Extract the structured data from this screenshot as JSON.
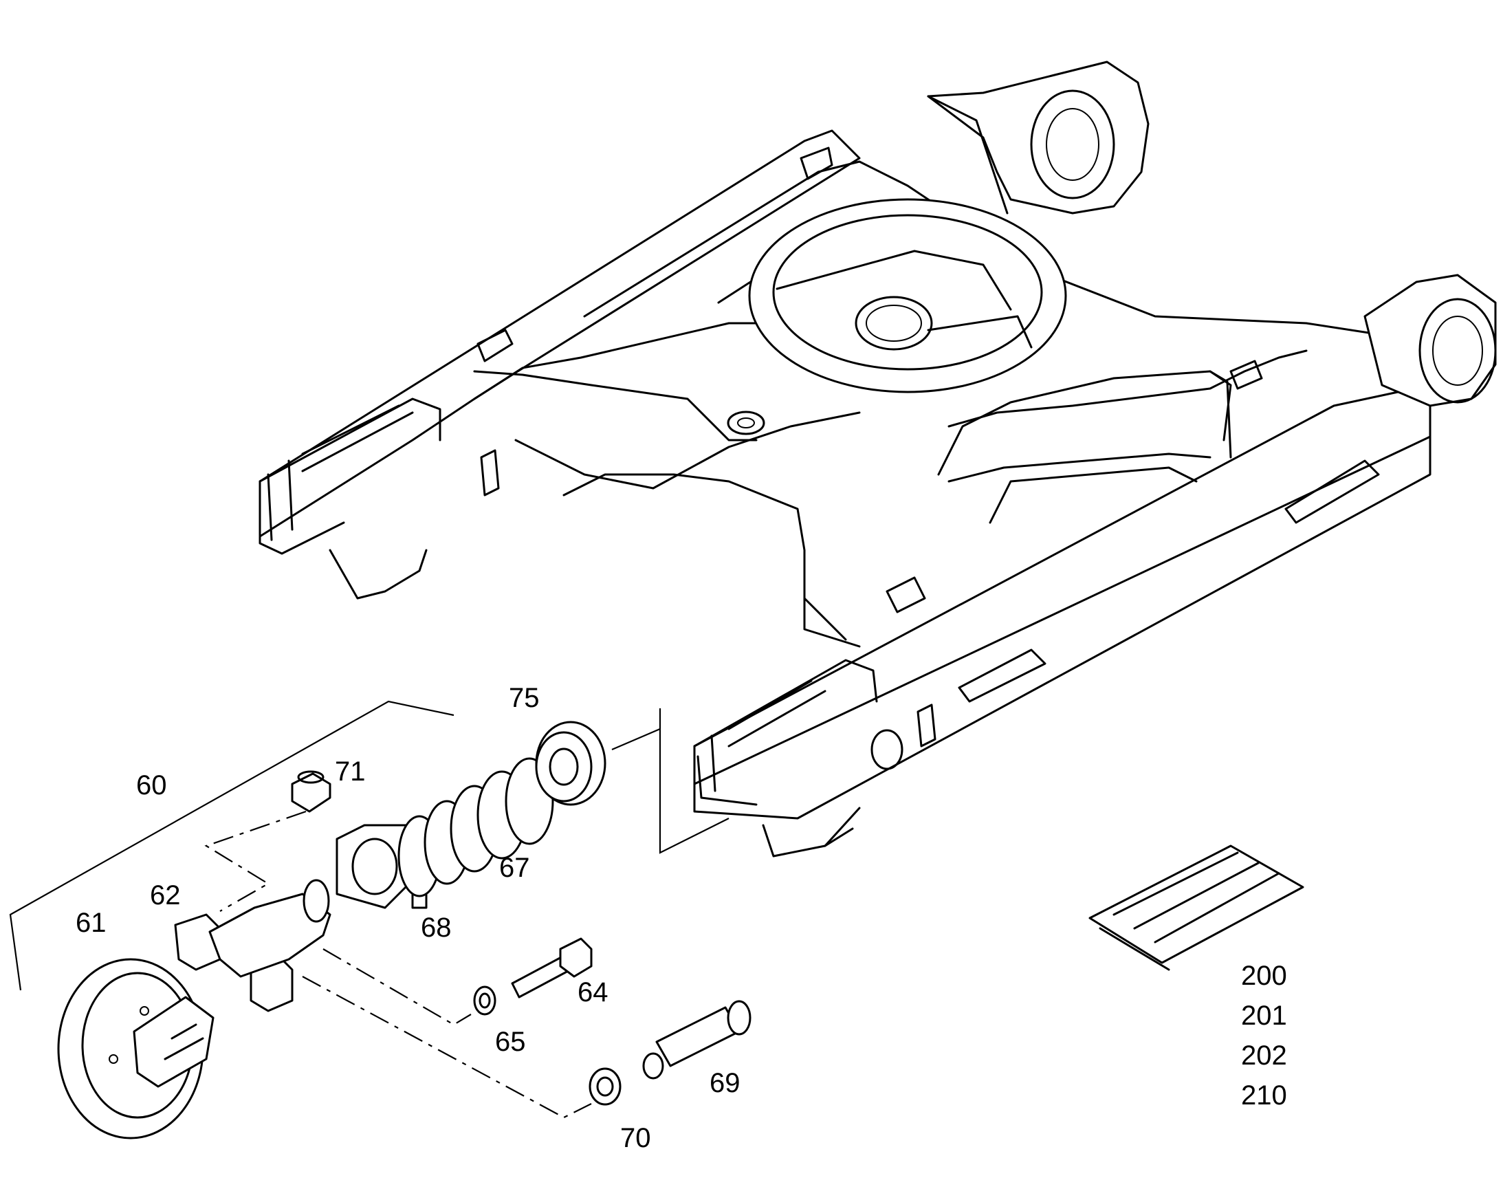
{
  "labels": {
    "l60": "60",
    "l61": "61",
    "l62": "62",
    "l64": "64",
    "l65": "65",
    "l67": "67",
    "l68": "68",
    "l69": "69",
    "l70": "70",
    "l71": "71",
    "l75": "75",
    "l200": "200",
    "l201": "201",
    "l202": "202",
    "l210": "210"
  }
}
